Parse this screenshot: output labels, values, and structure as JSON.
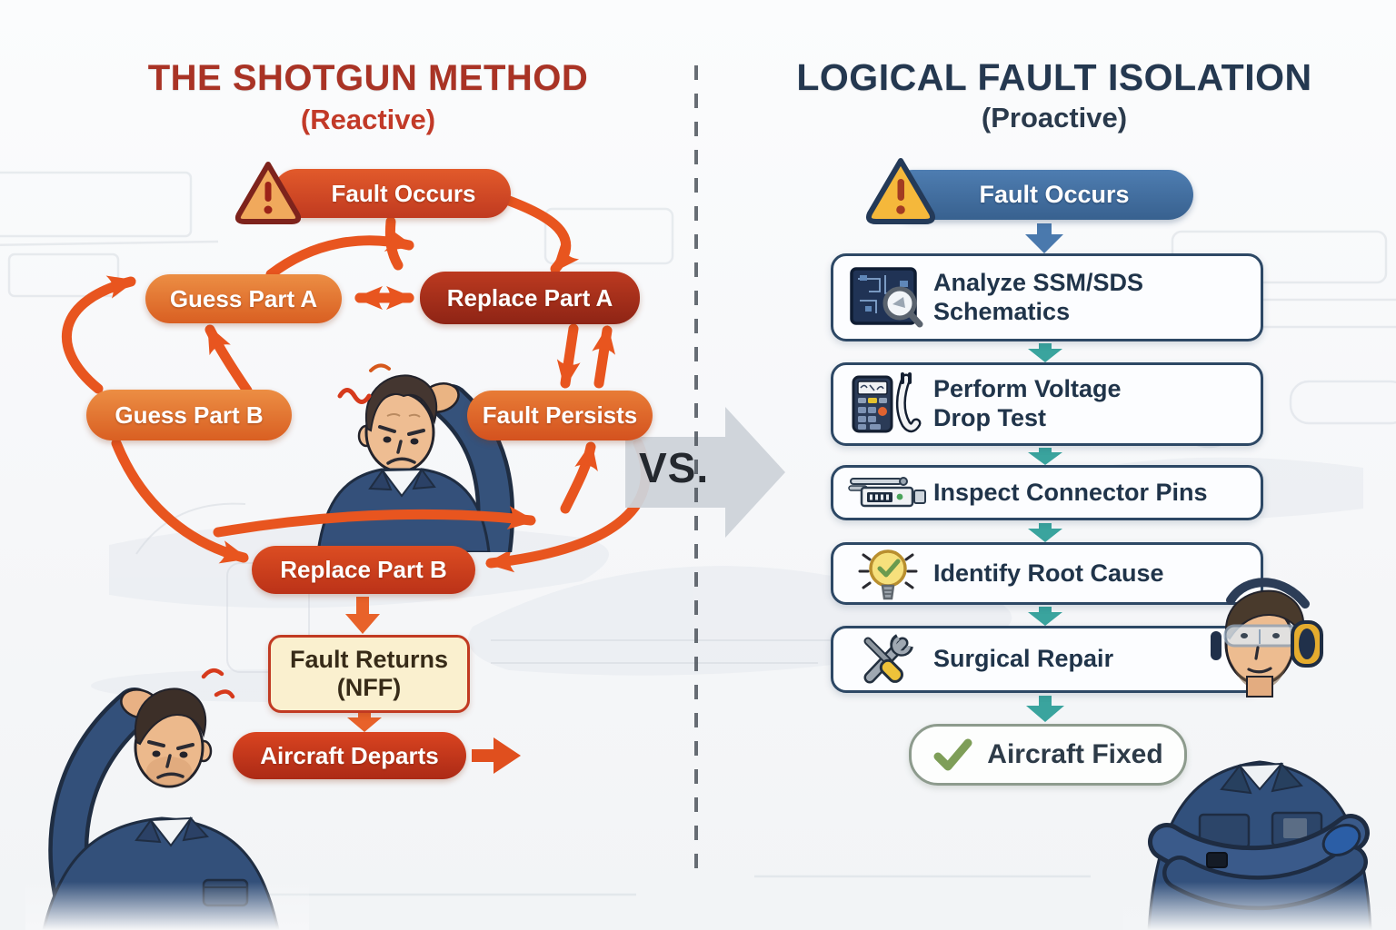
{
  "left_panel": {
    "title": "THE SHOTGUN METHOD",
    "subtitle": "(Reactive)",
    "start": {
      "label": "Fault Occurs",
      "icon": "warning-triangle-icon"
    },
    "loop_nodes": {
      "guess_part_a": "Guess Part A",
      "replace_part_a": "Replace Part A",
      "guess_part_b": "Guess Part B",
      "fault_persists": "Fault Persists",
      "replace_part_b": "Replace Part B"
    },
    "fault_returns": {
      "line1": "Fault Returns",
      "line2": "(NFF)"
    },
    "end_label": "Aircraft Departs",
    "colors": {
      "title": "#a93325",
      "subtitle": "#c23a28",
      "pill_orange": "#e0722f",
      "pill_dark_red": "#a52e1b",
      "arrow": "#e8551f",
      "nff_background": "#faf0cf"
    }
  },
  "divider": {
    "vs_label": "VS."
  },
  "right_panel": {
    "title": "LOGICAL FAULT ISOLATION",
    "subtitle": "(Proactive)",
    "start": {
      "label": "Fault Occurs",
      "icon": "warning-triangle-icon"
    },
    "steps": [
      {
        "label": "Analyze SSM/SDS Schematics",
        "icon": "schematic-magnifier-icon"
      },
      {
        "label": "Perform Voltage Drop Test",
        "icon": "multimeter-probe-icon"
      },
      {
        "label": "Inspect Connector Pins",
        "icon": "connector-pin-tool-icon"
      },
      {
        "label": "Identify Root Cause",
        "icon": "lightbulb-check-icon"
      },
      {
        "label": "Surgical Repair",
        "icon": "crossed-tools-icon"
      }
    ],
    "end": {
      "label": "Aircraft Fixed",
      "icon": "green-check-icon"
    },
    "colors": {
      "title": "#243850",
      "subtitle": "#2a3a4c",
      "pill_blue": "#47709f",
      "arrow_teal": "#3aa49e",
      "box_border": "#2d4865"
    }
  }
}
